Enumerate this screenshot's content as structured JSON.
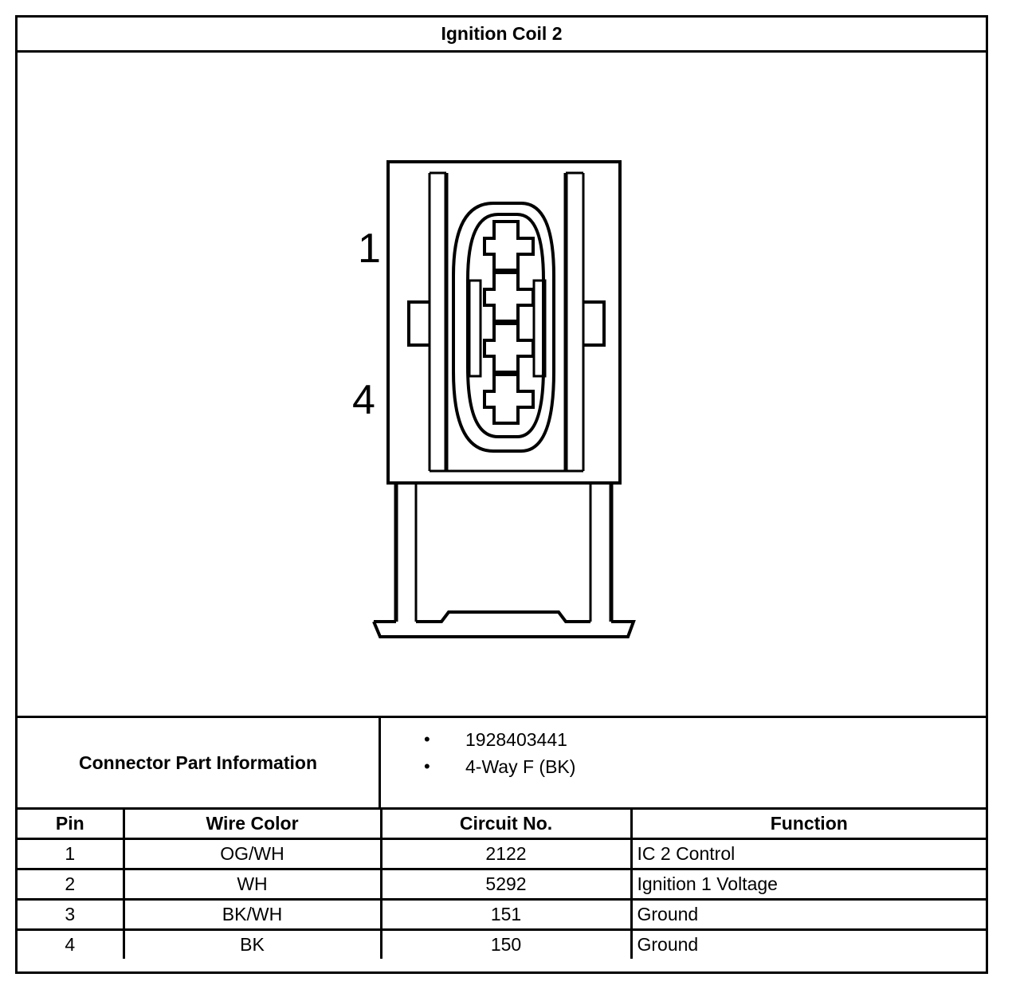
{
  "title": "Ignition Coil 2",
  "diagram": {
    "pin_labels": [
      "1",
      "4"
    ]
  },
  "part_info": {
    "label": "Connector Part Information",
    "items": [
      "1928403441",
      "4-Way F (BK)"
    ]
  },
  "table": {
    "headers": [
      "Pin",
      "Wire Color",
      "Circuit No.",
      "Function"
    ],
    "rows": [
      {
        "pin": "1",
        "wire": "OG/WH",
        "circuit": "2122",
        "function": "IC 2 Control"
      },
      {
        "pin": "2",
        "wire": "WH",
        "circuit": "5292",
        "function": "Ignition 1 Voltage"
      },
      {
        "pin": "3",
        "wire": "BK/WH",
        "circuit": "151",
        "function": "Ground"
      },
      {
        "pin": "4",
        "wire": "BK",
        "circuit": "150",
        "function": "Ground"
      }
    ]
  }
}
